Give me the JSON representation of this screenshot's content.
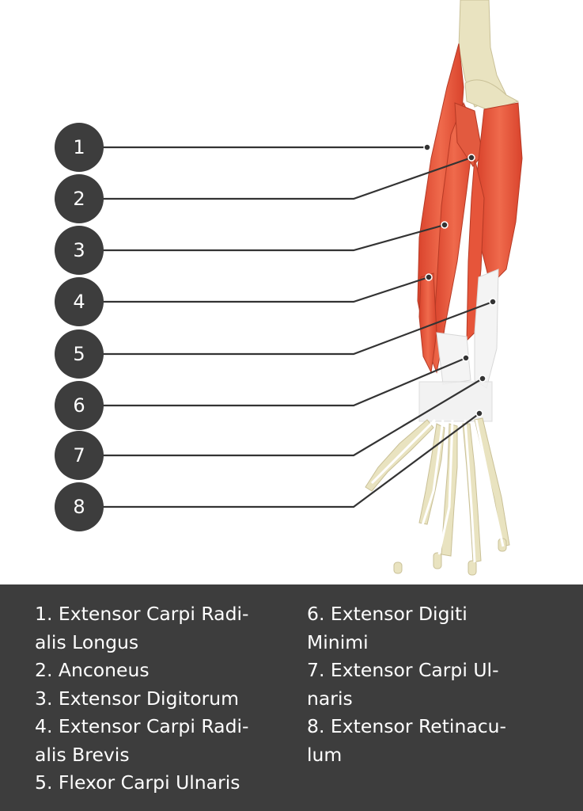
{
  "colors": {
    "marker": "#3d3d3d",
    "legend_bg": "#3d3d3d",
    "muscle": "#e8563c",
    "bone": "#e9e3c0",
    "tendon": "#f4f4f4"
  },
  "markers": [
    "1",
    "2",
    "3",
    "4",
    "5",
    "6",
    "7",
    "8"
  ],
  "legend": {
    "left": [
      "1. Extensor Carpi Radi-",
      "alis Longus",
      "2. Anconeus",
      "3. Extensor Digitorum",
      "4. Extensor Carpi Radi-",
      "alis Brevis",
      "5. Flexor Carpi Ulnaris"
    ],
    "right": [
      "6. Extensor Digiti",
      "Minimi",
      "7. Extensor Carpi Ul-",
      "naris",
      "8. Extensor Retinacu-",
      "lum"
    ]
  }
}
